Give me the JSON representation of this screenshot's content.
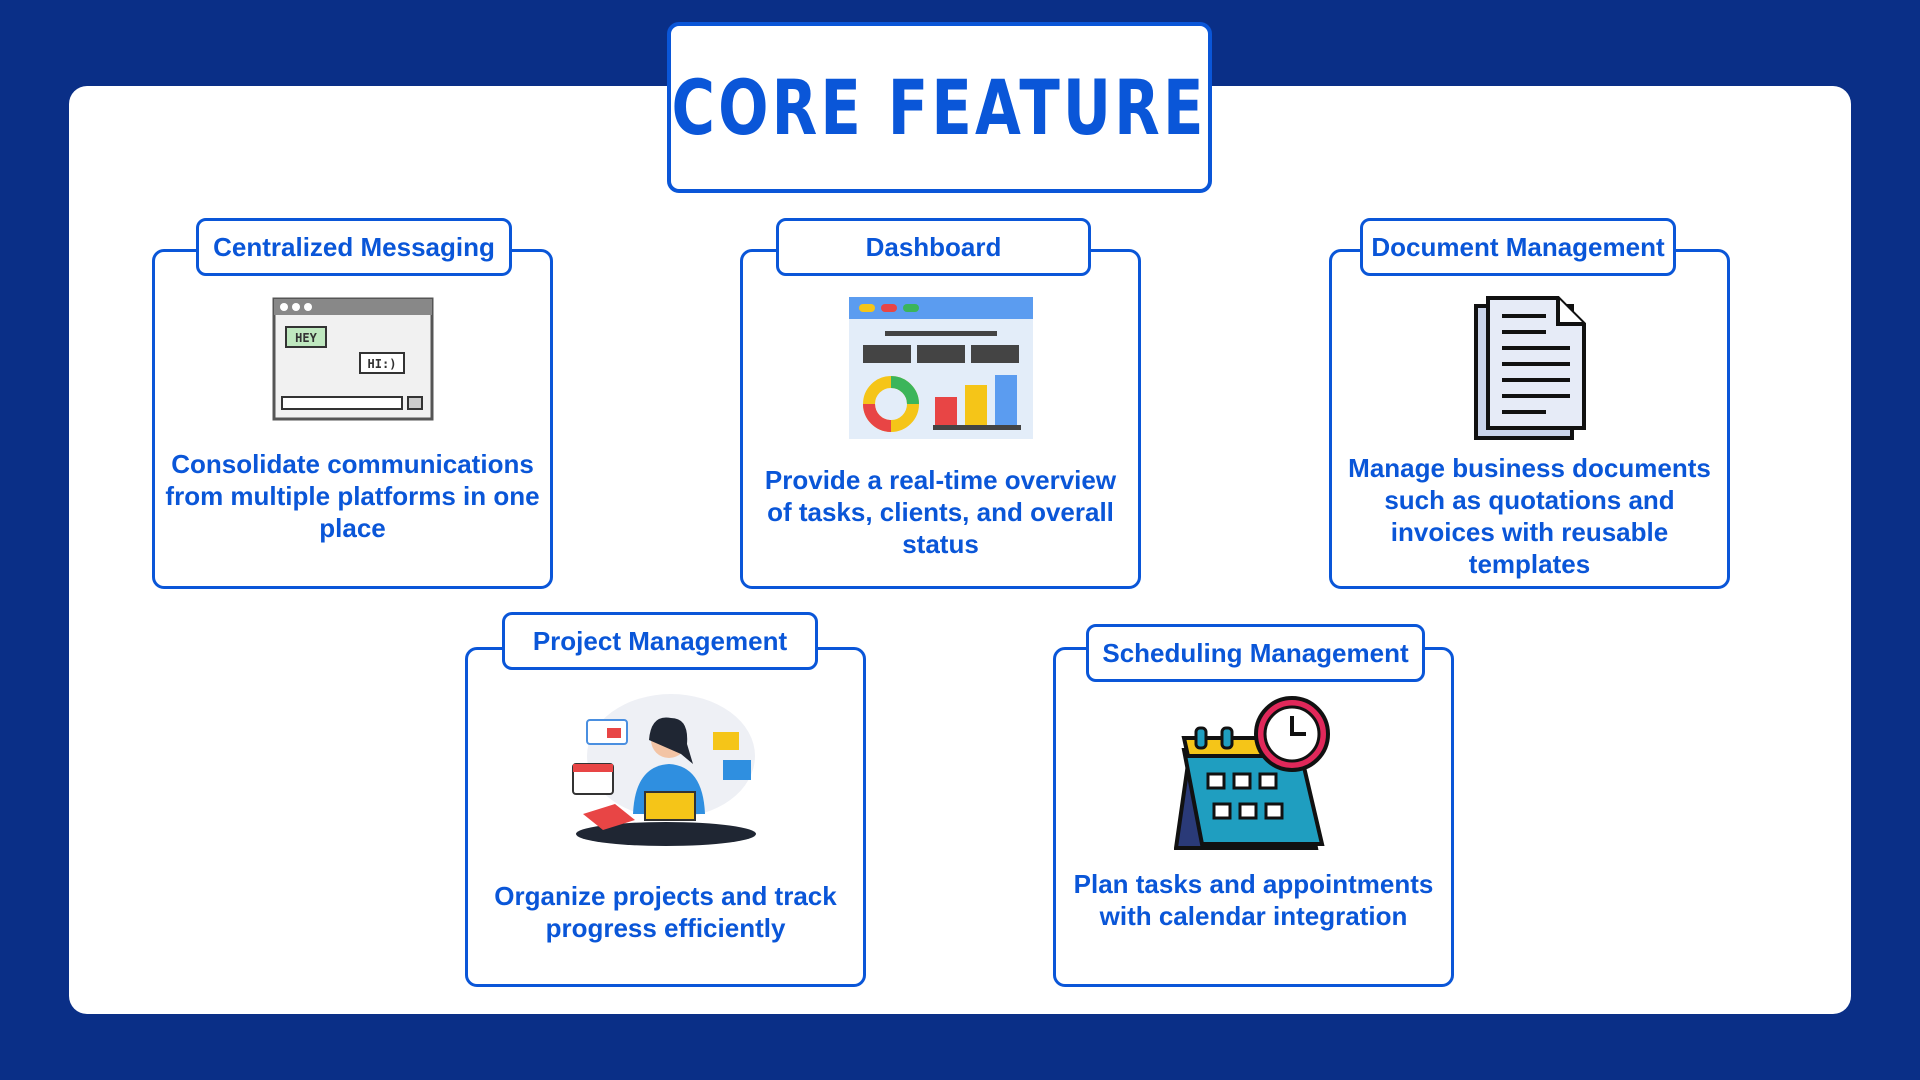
{
  "title": "CORE FEATURE",
  "features": [
    {
      "label": "Centralized Messaging",
      "description": "Consolidate communications from multiple platforms in one place",
      "icon": "chat-window-icon",
      "bubbles": [
        "HEY",
        "HI:)"
      ]
    },
    {
      "label": "Dashboard",
      "description": "Provide a real-time overview of tasks, clients, and overall status",
      "icon": "dashboard-icon"
    },
    {
      "label": "Document Management",
      "description": "Manage business documents such as quotations and invoices with reusable templates",
      "icon": "document-icon"
    },
    {
      "label": "Project Management",
      "description": "Organize projects and track progress efficiently",
      "icon": "project-worker-icon"
    },
    {
      "label": "Scheduling Management",
      "description": "Plan tasks and appointments with calendar integration",
      "icon": "calendar-clock-icon"
    }
  ],
  "colors": {
    "background": "#0a2f87",
    "accent": "#0a56d8",
    "panel": "#ffffff"
  }
}
